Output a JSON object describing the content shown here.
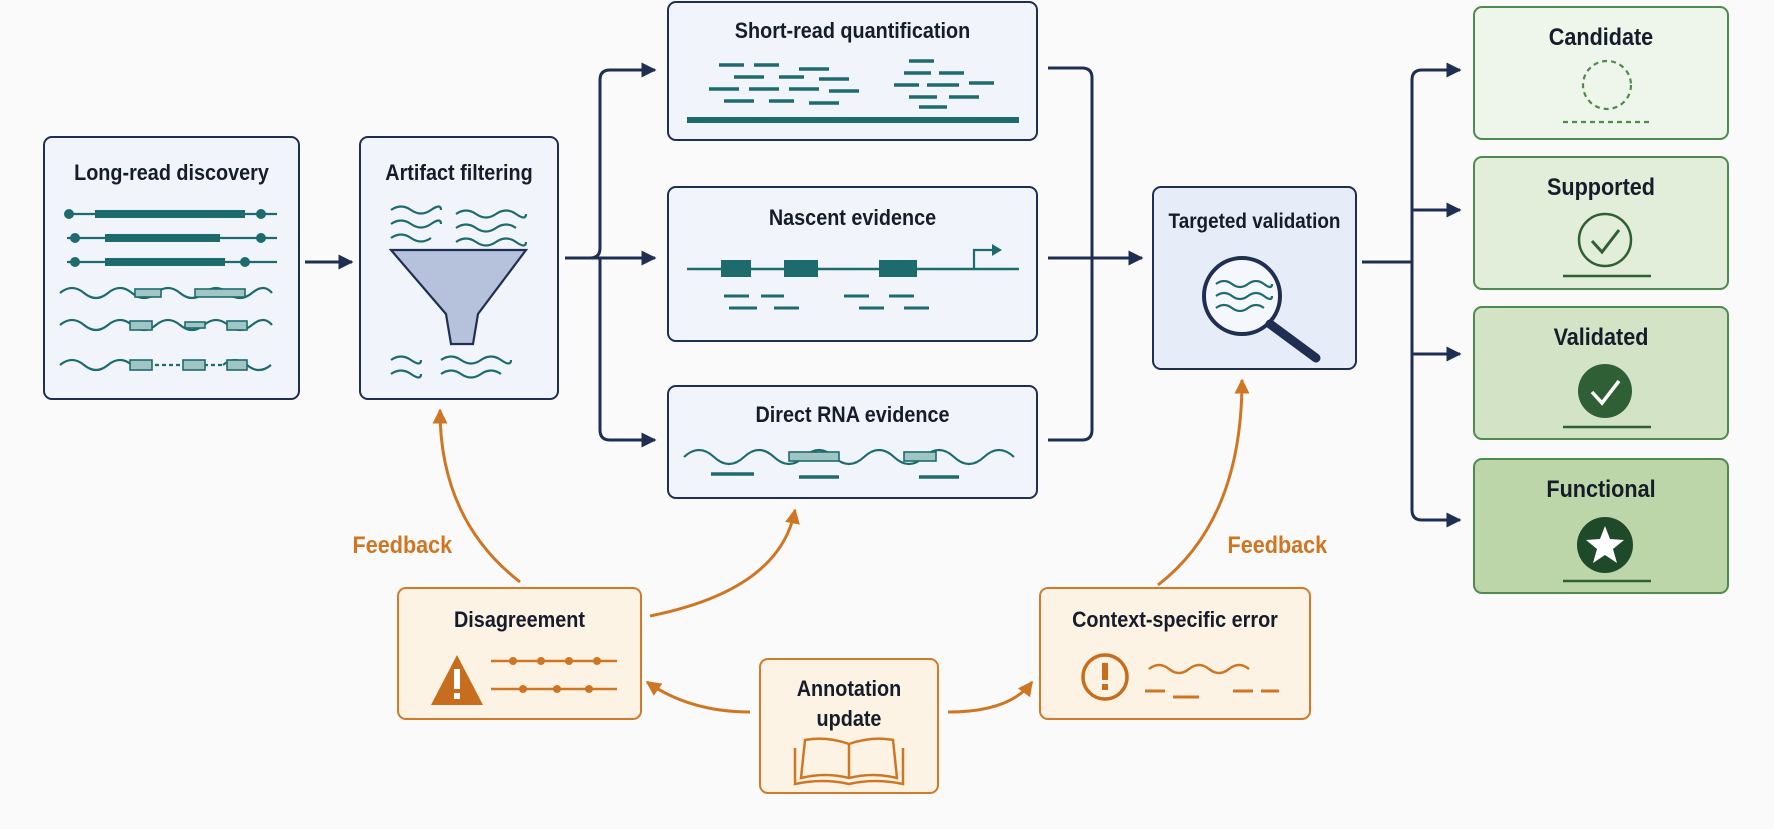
{
  "pipeline": {
    "long_read_discovery": "Long-read discovery",
    "artifact_filtering": "Artifact filtering",
    "short_read_quantification": "Short-read quantification",
    "nascent_evidence": "Nascent evidence",
    "direct_rna_evidence": "Direct RNA evidence",
    "targeted_validation": "Targeted validation"
  },
  "tiers": {
    "candidate": "Candidate",
    "supported": "Supported",
    "validated": "Validated",
    "functional": "Functional"
  },
  "feedback": {
    "left_label": "Feedback",
    "right_label": "Feedback",
    "disagreement": "Disagreement",
    "context_specific_error": "Context-specific error",
    "annotation_update_line1": "Annotation",
    "annotation_update_line2": "update"
  },
  "colors": {
    "navy": "#1f2f52",
    "teal": "#1e6b6e",
    "orange": "#d17a2a",
    "green": "#4f8a4e",
    "dark_green": "#2f5f35"
  }
}
